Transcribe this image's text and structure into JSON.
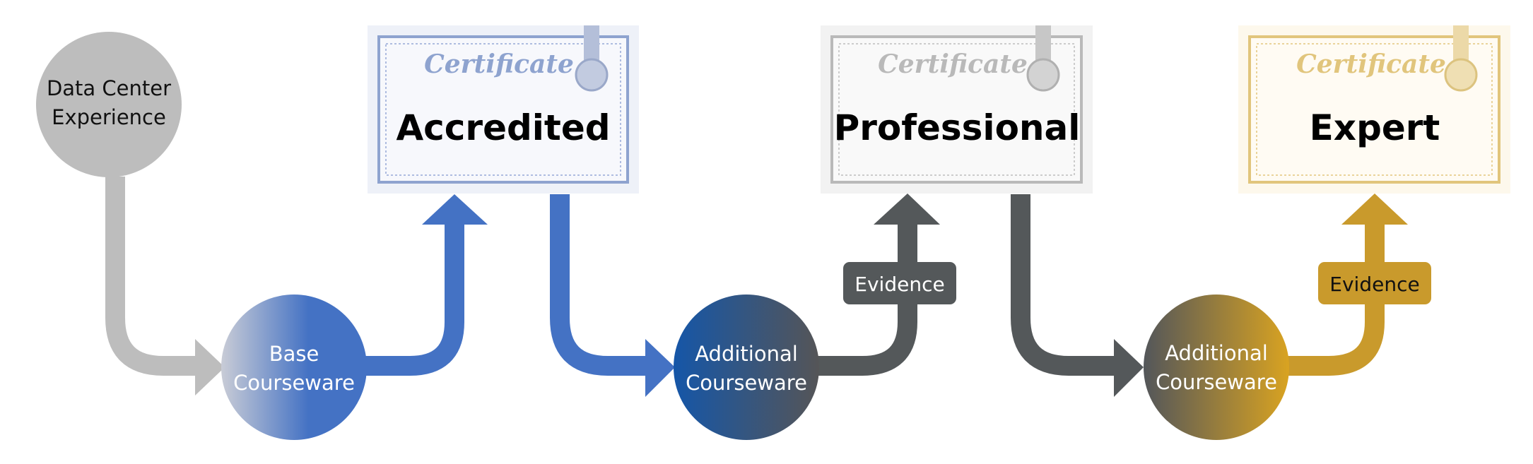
{
  "start_node": {
    "label_line1": "Data Center",
    "label_line2": "Experience"
  },
  "nodes": [
    {
      "label_line1": "Base",
      "label_line2": "Courseware"
    },
    {
      "label_line1": "Additional",
      "label_line2": "Courseware"
    },
    {
      "label_line1": "Additional",
      "label_line2": "Courseware"
    }
  ],
  "certificates": [
    {
      "title": "Accredited",
      "script": "Certificate"
    },
    {
      "title": "Professional",
      "script": "Certificate"
    },
    {
      "title": "Expert",
      "script": "Certificate"
    }
  ],
  "evidence_tags": [
    {
      "label": "Evidence"
    },
    {
      "label": "Evidence"
    }
  ],
  "colors": {
    "gray": "#bdbdbd",
    "blue": "#4472c4",
    "dark": "#54585a",
    "gold": "#c99a2c",
    "navy": "#1f4e9c"
  }
}
